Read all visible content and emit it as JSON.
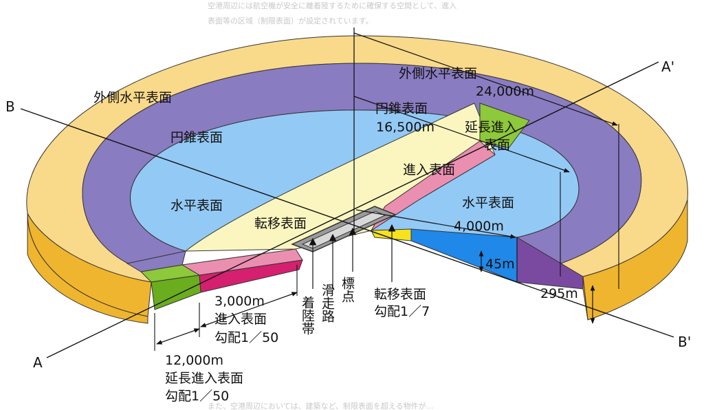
{
  "top_caption": {
    "line1": "空港周辺には航空機が安全に離着陸するために確保する空間として、進入",
    "line2": "表面等の区域（制限表面）が設定されています。"
  },
  "bottom_caption": "また、空港周辺においては、建築など、制限表面を超える物件が…",
  "section_markers": {
    "a": "A",
    "a_prime": "A'",
    "b": "B",
    "b_prime": "B'"
  },
  "labels": {
    "outer_horizontal_left": "外側水平表面",
    "outer_horizontal_right": "外側水平表面",
    "outer_radius": "24,000m",
    "conical_left": "円錐表面",
    "conical_right": "円錐表面",
    "conical_radius": "16,500m",
    "ext_approach_right_1": "延長進入",
    "ext_approach_right_2": "表面",
    "approach_right": "進入表面",
    "horizontal_left": "水平表面",
    "horizontal_right": "水平表面",
    "horizontal_radius": "4,000m",
    "transitional_center": "転移表面",
    "height_45": "45m",
    "height_295": "295m",
    "landing_zone": "着陸帯",
    "runway": "滑走路",
    "datum_point": "標点",
    "transitional_bottom": "転移表面",
    "transitional_slope": "勾配1／7",
    "approach_length": "3,000m",
    "approach_bottom": "進入表面",
    "approach_slope": "勾配1／50",
    "ext_length": "12,000m",
    "ext_approach_bottom": "延長進入表面",
    "ext_slope": "勾配1／50"
  },
  "colors": {
    "outer_horizontal": "#f9d98a",
    "outer_side": "#efb52f",
    "conical": "#8a7cc0",
    "horizontal": "#93c9f5",
    "transitional": "#fbf6bf",
    "approach": "#ea8fb0",
    "approach_side": "#d4206f",
    "extended": "#8ec83b",
    "extended_side": "#6aad1e",
    "inner_side_blue": "#1f88e8",
    "inner_side_yellow": "#f7e31b",
    "inner_side_purple": "#7a4aa0",
    "runway": "#9a9a9a"
  }
}
